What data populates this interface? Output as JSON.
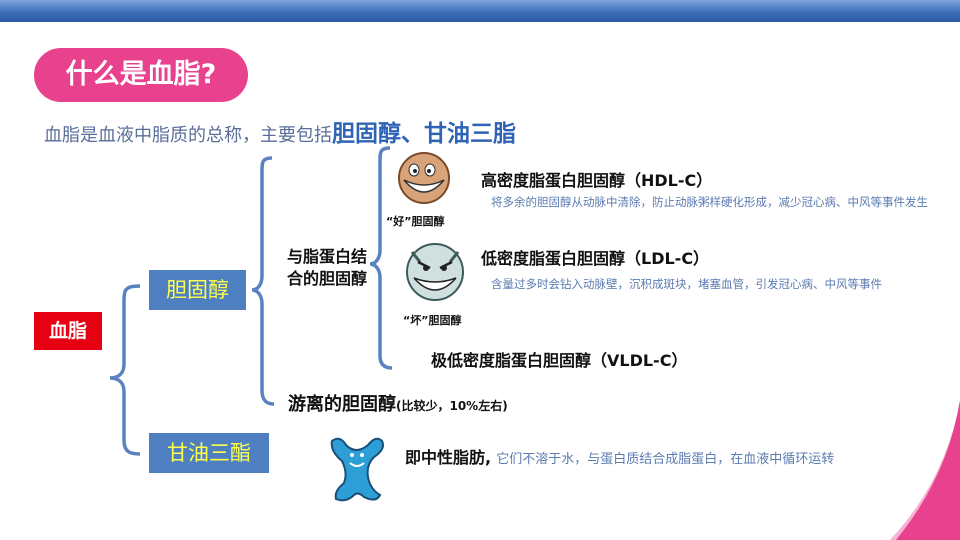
{
  "title": "什么是血脂?",
  "intro": {
    "prefix": "血脂是血液中脂质的总称，主要包括",
    "highlight": "胆固醇、甘油三脂"
  },
  "tree": {
    "root": "血脂",
    "cholesterol": "胆固醇",
    "triglyceride": "甘油三酯",
    "bound": "与脂蛋白结合的胆固醇",
    "free": {
      "label": "游离的胆固醇",
      "note": "(比较少，10%左右)"
    },
    "hdl": {
      "label": "高密度脂蛋白胆固醇（HDL-C）",
      "desc": "将多余的胆固醇从动脉中清除，防止动脉粥样硬化形成，减少冠心病、中风等事件发生",
      "caption": "“好”胆固醇"
    },
    "ldl": {
      "label": "低密度脂蛋白胆固醇（LDL-C）",
      "desc": "含量过多时会钻入动脉壁，沉积成斑块，堵塞血管，引发冠心病、中风等事件",
      "caption": "“坏”胆固醇"
    },
    "vldl": {
      "label": "极低密度脂蛋白胆固醇（VLDL-C）"
    },
    "tg_note": {
      "label": "即中性脂肪,",
      "desc": "它们不溶于水，与蛋白质结合成脂蛋白，在血液中循环运转"
    }
  },
  "colors": {
    "title_bg": "#e8418e",
    "box_blue": "#4e7fc1",
    "box_text": "#ffff4d",
    "root_red": "#e60012",
    "bracket": "#5b82c0",
    "header_bar": "#3d6fb8"
  }
}
